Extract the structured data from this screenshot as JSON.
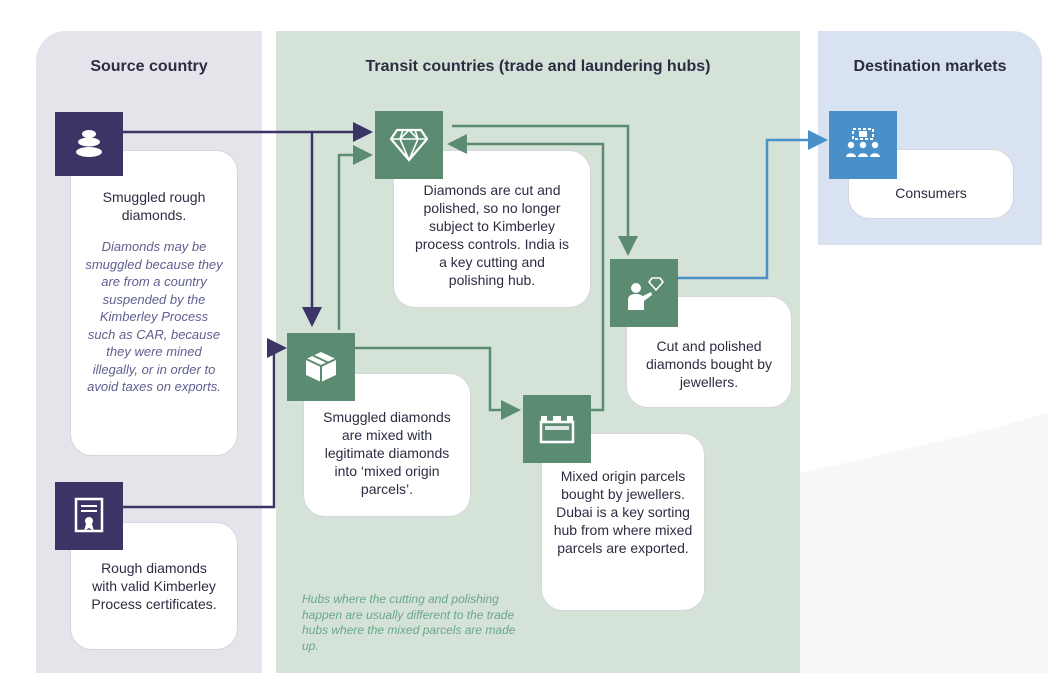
{
  "columns": {
    "source": "Source country",
    "transit": "Transit countries (trade and laundering hubs)",
    "destination": "Destination markets"
  },
  "nodes": {
    "smuggled_rough": {
      "text": "Smuggled rough diamonds.",
      "note": "Diamonds may be smuggled because they are from a country suspended by the Kimberley Process such as CAR, because they were mined illegally, or in order to avoid taxes on exports.",
      "icon": "coin-stack-icon"
    },
    "rough_valid": {
      "text": "Rough diamonds with valid Kimberley Process certificates.",
      "icon": "certificate-icon"
    },
    "cut_polished_hub": {
      "text": "Diamonds are cut and polished, so no longer subject to Kimberley process controls. India is a key cutting and polishing hub.",
      "icon": "diamond-icon"
    },
    "mixed_parcels": {
      "text": "Smuggled diamonds are mixed with legitimate diamonds into ‘mixed origin parcels’.",
      "icon": "parcel-box-icon"
    },
    "mixed_bought": {
      "text": "Mixed origin parcels bought by jewellers. Dubai is a key sorting hub from where mixed parcels are exported.",
      "icon": "sorting-hub-icon"
    },
    "jewellers": {
      "text": "Cut and polished diamonds bought by jewellers.",
      "icon": "jeweller-icon"
    },
    "consumers": {
      "text": "Consumers",
      "icon": "consumers-icon"
    }
  },
  "footnote": "Hubs where the cutting and polishing happen are usually different to the trade hubs where the mixed parcels are made up.",
  "colors": {
    "navy": "#3a3564",
    "green": "#5b8c72",
    "blue": "#4a90c8",
    "source_bg": "#e6e4ea",
    "transit_bg": "#d5e2d8",
    "destination_bg": "#d9e2f1"
  }
}
